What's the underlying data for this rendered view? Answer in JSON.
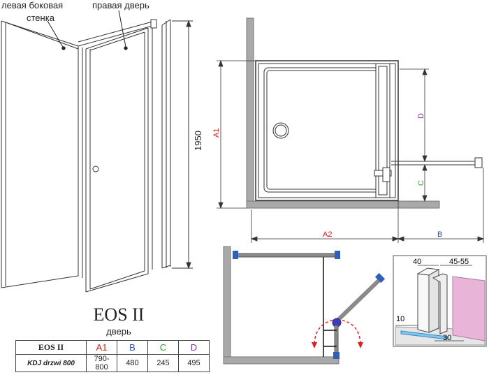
{
  "labels": {
    "left_panel_line1": "левая боковая",
    "left_panel_line2": "стенка",
    "right_door": "правая дверь",
    "height": "1950"
  },
  "plan_dims": {
    "a1": "A1",
    "a2": "A2",
    "b": "B",
    "c": "C",
    "d": "D"
  },
  "detail_dims": {
    "d40": "40",
    "d45_55": "45-55",
    "d10": "10",
    "d30": "30"
  },
  "product": {
    "title": "EOS II",
    "subtitle": "дверь"
  },
  "table": {
    "headers": [
      "EOS II",
      "A1",
      "B",
      "C",
      "D"
    ],
    "header_colors": [
      "#222222",
      "#d42020",
      "#2a4fb0",
      "#2e9e2e",
      "#7a35a8"
    ],
    "rows": [
      [
        "KDJ drzwi 800",
        "790-800",
        "480",
        "245",
        "495"
      ]
    ]
  },
  "colors": {
    "a1": "#d42020",
    "a2": "#d42020",
    "b": "#2a4fb0",
    "c": "#2e9e2e",
    "d": "#7a35a8",
    "wall": "#a9a9a9",
    "pink_wall": "#e8b4d8",
    "blue_hinge": "#2f5fb8",
    "swing_arrow": "#dd2222"
  }
}
